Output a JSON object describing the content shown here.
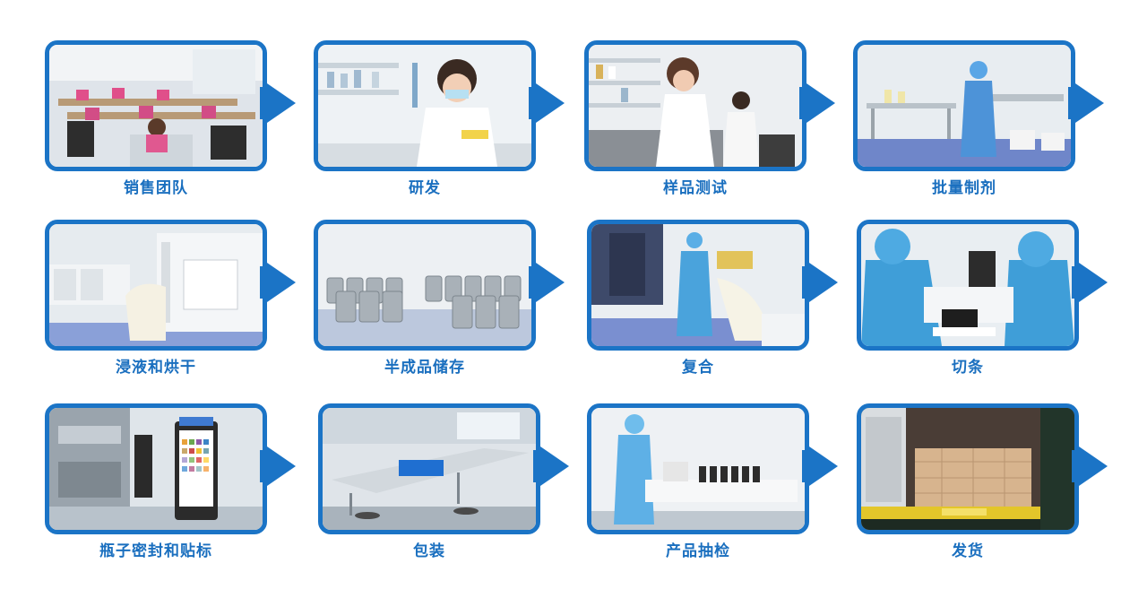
{
  "steps": [
    {
      "label": "销售团队",
      "scene": "office"
    },
    {
      "label": "研发",
      "scene": "lab-research"
    },
    {
      "label": "样品测试",
      "scene": "lab-testing"
    },
    {
      "label": "批量制剂",
      "scene": "cleanroom"
    },
    {
      "label": "浸液和烘干",
      "scene": "drying-machine"
    },
    {
      "label": "半成品储存",
      "scene": "steel-canisters"
    },
    {
      "label": "复合",
      "scene": "laminating"
    },
    {
      "label": "切条",
      "scene": "cutting"
    },
    {
      "label": "瓶子密封和贴标",
      "scene": "bottle-labeling"
    },
    {
      "label": "包装",
      "scene": "packing-tables"
    },
    {
      "label": "产品抽检",
      "scene": "inspection"
    },
    {
      "label": "发货",
      "scene": "shipping-container"
    }
  ],
  "colors": {
    "accent": "#1b74c6",
    "label": "#1a6fbf",
    "background": "#ffffff"
  }
}
